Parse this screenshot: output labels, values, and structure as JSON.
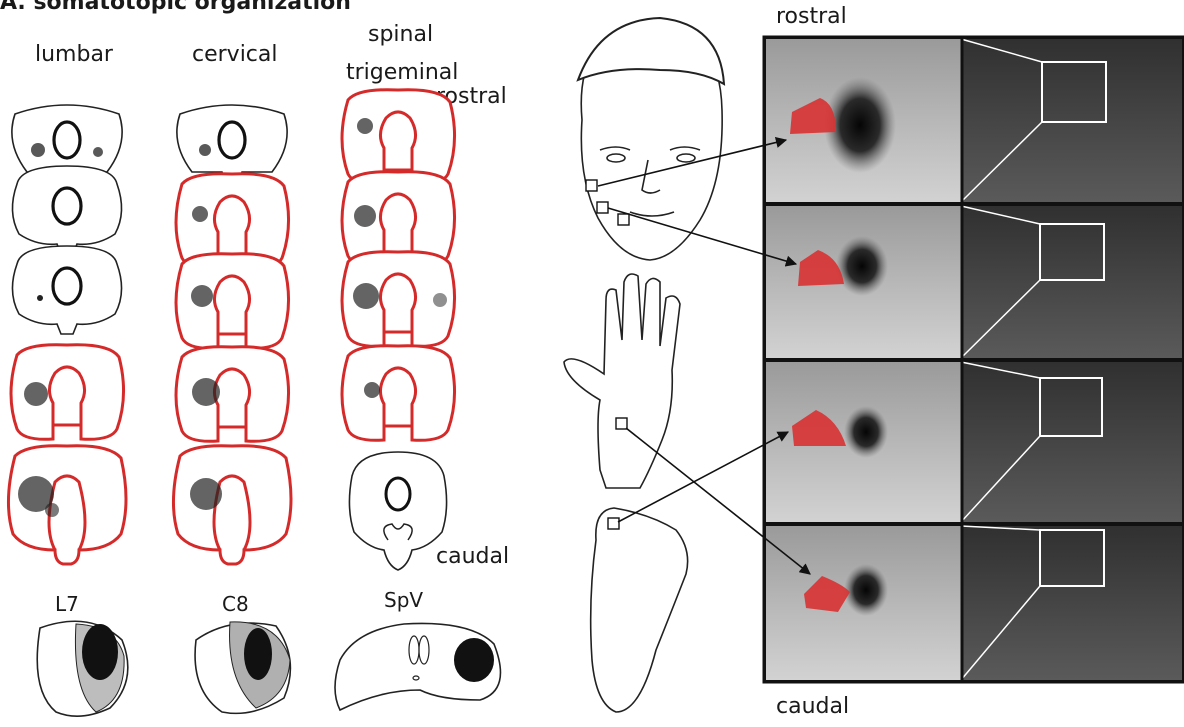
{
  "figure": {
    "title": "A. somatotopic organization",
    "columns": {
      "lumbar": "lumbar",
      "cervical": "cervical",
      "spinal_trigeminal_line1": "spinal",
      "spinal_trigeminal_line2": "trigeminal"
    },
    "left_rostral": "rostral",
    "left_caudal": "caudal",
    "bottom_labels": {
      "lumbar": "L7",
      "cervical": "C8",
      "trigeminal": "SpV"
    },
    "right_rostral": "rostral",
    "right_caudal": "caudal",
    "colors": {
      "outline_red": "#d42a2a",
      "outline_orange": "#e8542a",
      "roi_red": "#d83232",
      "mri_dark": "#111111"
    }
  }
}
